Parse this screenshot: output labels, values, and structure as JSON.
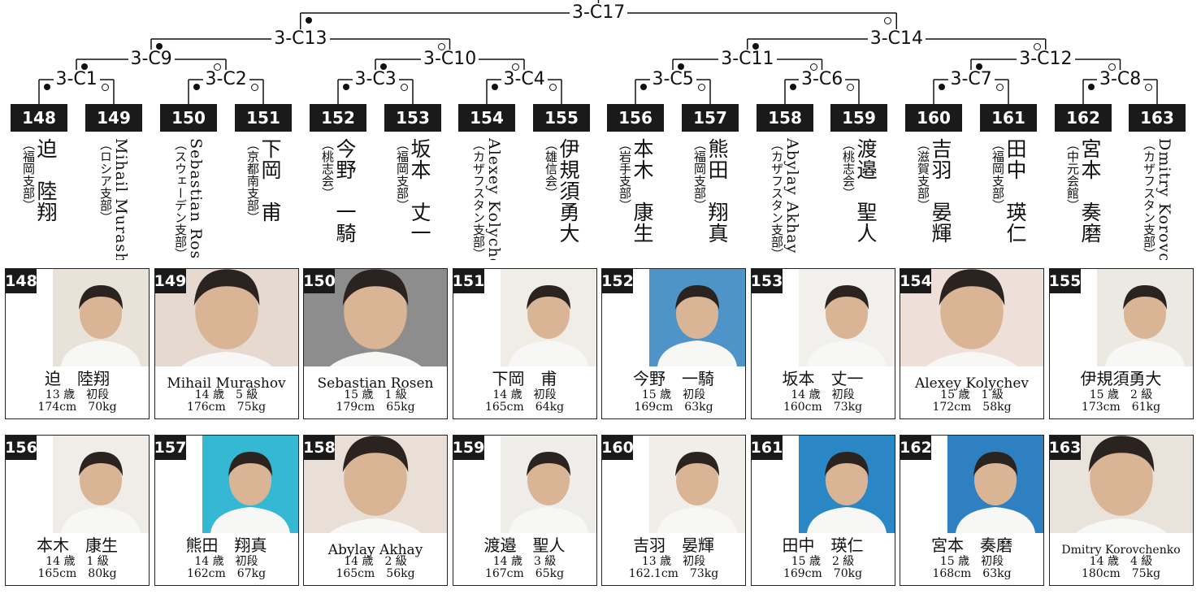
{
  "bracket": {
    "matches": [
      {
        "id": "m17",
        "label": "3-C17"
      },
      {
        "id": "m13",
        "label": "3-C13"
      },
      {
        "id": "m14",
        "label": "3-C14"
      },
      {
        "id": "m9",
        "label": "3-C9"
      },
      {
        "id": "m10",
        "label": "3-C10"
      },
      {
        "id": "m11",
        "label": "3-C11"
      },
      {
        "id": "m12",
        "label": "3-C12"
      },
      {
        "id": "m1",
        "label": "3-C1"
      },
      {
        "id": "m2",
        "label": "3-C2"
      },
      {
        "id": "m3",
        "label": "3-C3"
      },
      {
        "id": "m4",
        "label": "3-C4"
      },
      {
        "id": "m5",
        "label": "3-C5"
      },
      {
        "id": "m6",
        "label": "3-C6"
      },
      {
        "id": "m7",
        "label": "3-C7"
      },
      {
        "id": "m8",
        "label": "3-C8"
      }
    ]
  },
  "players": [
    {
      "num": "148",
      "name": "迫　陸翔",
      "branch": "（福岡支部）",
      "age": "13 歳",
      "rank": "初段",
      "height": "174cm",
      "weight": "70kg",
      "photo_bg": "#e9e2d8",
      "latin": false
    },
    {
      "num": "149",
      "name": "Mihail Murashov",
      "branch": "（ロシア支部）",
      "age": "14 歳",
      "rank": "5 級",
      "height": "176cm",
      "weight": "75kg",
      "photo_bg": "#e6d9cf",
      "latin": true
    },
    {
      "num": "150",
      "name": "Sebastian Rosen",
      "branch": "（スウェーデン支部）",
      "age": "15 歳",
      "rank": "1 級",
      "height": "179cm",
      "weight": "65kg",
      "photo_bg": "#8d8d8d",
      "latin": true
    },
    {
      "num": "151",
      "name": "下岡　甫",
      "branch": "（京都南支部）",
      "age": "14 歳",
      "rank": "初段",
      "height": "165cm",
      "weight": "64kg",
      "photo_bg": "#f0ece6",
      "latin": false
    },
    {
      "num": "152",
      "name": "今野　一騎",
      "branch": "（桃志会）",
      "age": "15 歳",
      "rank": "初段",
      "height": "169cm",
      "weight": "63kg",
      "photo_bg": "#4f94c9",
      "latin": false
    },
    {
      "num": "153",
      "name": "坂本　丈一",
      "branch": "（福岡支部）",
      "age": "14 歳",
      "rank": "初段",
      "height": "160cm",
      "weight": "73kg",
      "photo_bg": "#f2f0ec",
      "latin": false
    },
    {
      "num": "154",
      "name": "Alexey Kolychev",
      "branch": "（カザフスタン支部）",
      "age": "15 歳",
      "rank": "1 級",
      "height": "172cm",
      "weight": "58kg",
      "photo_bg": "#eedfd9",
      "latin": true
    },
    {
      "num": "155",
      "name": "伊規須勇大",
      "branch": "（雄信会）",
      "age": "15 歳",
      "rank": "2 級",
      "height": "173cm",
      "weight": "61kg",
      "photo_bg": "#ece8e2",
      "latin": false
    },
    {
      "num": "156",
      "name": "本木　康生",
      "branch": "（岩手支部）",
      "age": "14 歳",
      "rank": "1 級",
      "height": "165cm",
      "weight": "80kg",
      "photo_bg": "#f0ede8",
      "latin": false
    },
    {
      "num": "157",
      "name": "熊田　翔真",
      "branch": "（福岡支部）",
      "age": "14 歳",
      "rank": "初段",
      "height": "162cm",
      "weight": "67kg",
      "photo_bg": "#35b8d4",
      "latin": false
    },
    {
      "num": "158",
      "name": "Abylay Akhay",
      "branch": "（カザフスタン支部）",
      "age": "14 歳",
      "rank": "2 級",
      "height": "165cm",
      "weight": "56kg",
      "photo_bg": "#eadfd6",
      "latin": true
    },
    {
      "num": "159",
      "name": "渡邉　聖人",
      "branch": "（桃志会）",
      "age": "14 歳",
      "rank": "3 級",
      "height": "167cm",
      "weight": "65kg",
      "photo_bg": "#efede9",
      "latin": false
    },
    {
      "num": "160",
      "name": "吉羽　晏輝",
      "branch": "（滋賀支部）",
      "age": "13 歳",
      "rank": "初段",
      "height": "162.1cm",
      "weight": "73kg",
      "photo_bg": "#f1eee9",
      "latin": false
    },
    {
      "num": "161",
      "name": "田中　瑛仁",
      "branch": "（福岡支部）",
      "age": "15 歳",
      "rank": "2 級",
      "height": "169cm",
      "weight": "70kg",
      "photo_bg": "#2a86c4",
      "latin": false
    },
    {
      "num": "162",
      "name": "宮本　奏磨",
      "branch": "（中元会館）",
      "age": "15 歳",
      "rank": "初段",
      "height": "168cm",
      "weight": "63kg",
      "photo_bg": "#2f80c0",
      "latin": false
    },
    {
      "num": "163",
      "name": "Dmitry Korovchenko",
      "branch": "（カザフスタン支部）",
      "age": "14 歳",
      "rank": "4 級",
      "height": "180cm",
      "weight": "75kg",
      "photo_bg": "#e9e3dc",
      "latin": true
    }
  ]
}
